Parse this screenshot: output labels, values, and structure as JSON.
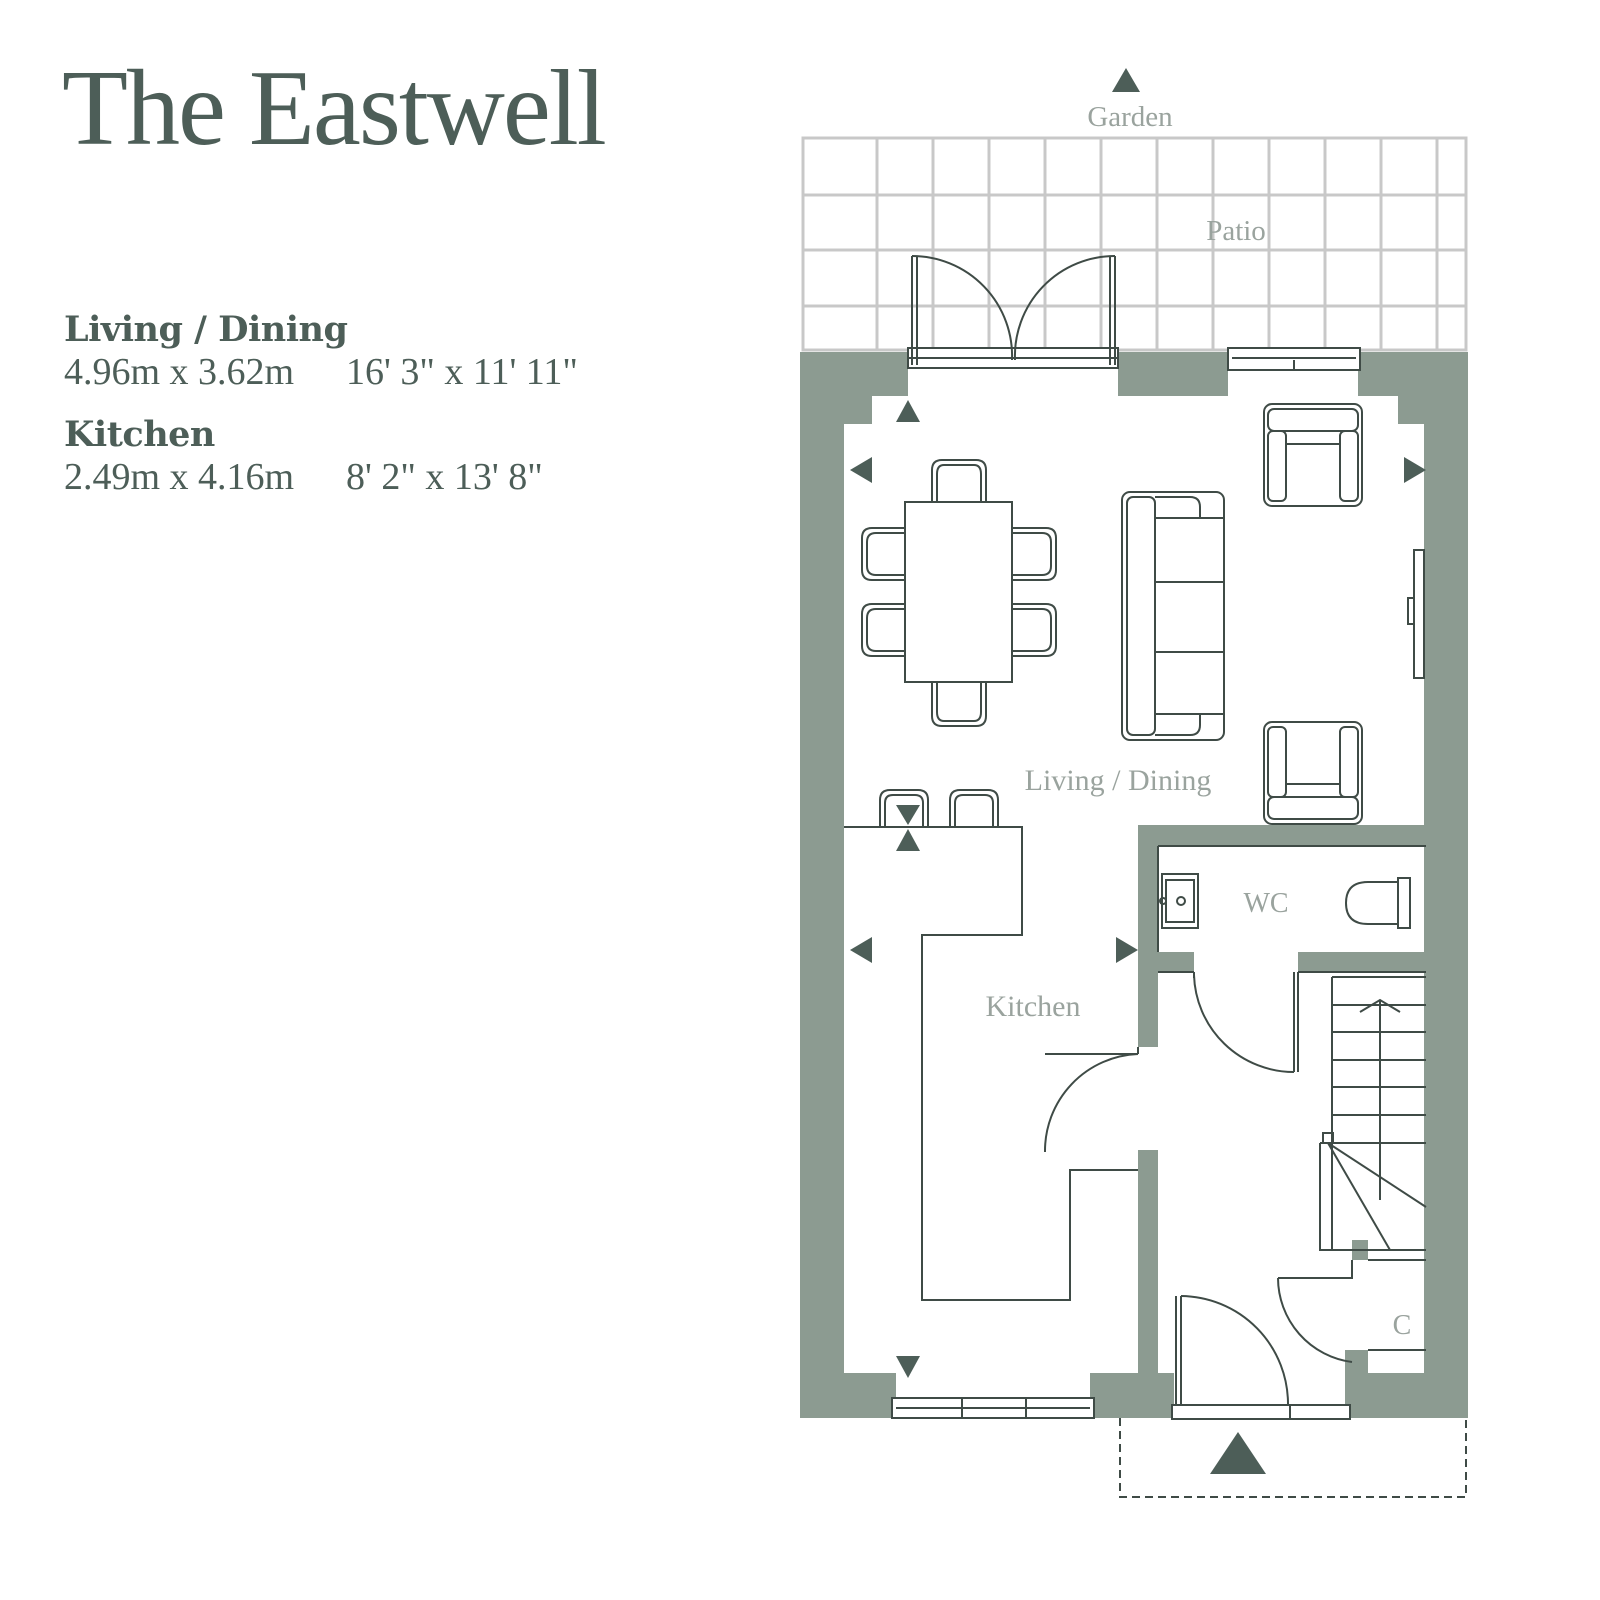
{
  "title": "The Eastwell",
  "rooms": [
    {
      "name": "Living / Dining",
      "metric": "4.96m x 3.62m",
      "imperial": "16' 3\" x 11' 11\""
    },
    {
      "name": "Kitchen",
      "metric": "2.49m x 4.16m",
      "imperial": "8' 2\" x 13' 8\""
    }
  ],
  "plan": {
    "garden": "Garden",
    "patio": "Patio",
    "living_dining": "Living / Dining",
    "kitchen": "Kitchen",
    "wc": "WC",
    "cupboard": "C"
  },
  "colors": {
    "title_text": "#4d5e58",
    "wall": "#8c9b91",
    "line": "#3f4b46",
    "arrow": "#4d5e58",
    "room_label": "#9aa39e",
    "patio_grid": "#c8c8c8"
  }
}
